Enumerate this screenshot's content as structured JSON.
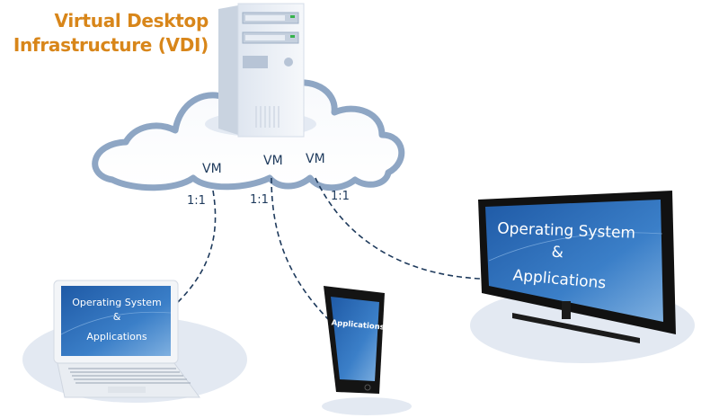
{
  "title": {
    "line1": "Virtual Desktop",
    "line2": "Infrastructure (VDI)"
  },
  "colors": {
    "title": "#d8861a",
    "label": "#1e3a5c",
    "cloud_outline": "#8ea6c4",
    "screen_blue": "#2f6fb8",
    "device_black": "#111111"
  },
  "cloud": {
    "vm_labels": [
      "VM",
      "VM",
      "VM"
    ]
  },
  "connections": [
    {
      "ratio": "1:1",
      "target": "laptop"
    },
    {
      "ratio": "1:1",
      "target": "tablet"
    },
    {
      "ratio": "1:1",
      "target": "tv"
    }
  ],
  "devices": {
    "laptop": {
      "line1": "Operating System",
      "line2": "&",
      "line3": "Applications"
    },
    "tablet": {
      "line1": "Applications"
    },
    "tv": {
      "line1": "Operating System",
      "line2": "&",
      "line3": "Applications"
    }
  },
  "icons": [
    "server-icon",
    "cloud-icon",
    "laptop-icon",
    "tablet-icon",
    "tv-icon"
  ]
}
